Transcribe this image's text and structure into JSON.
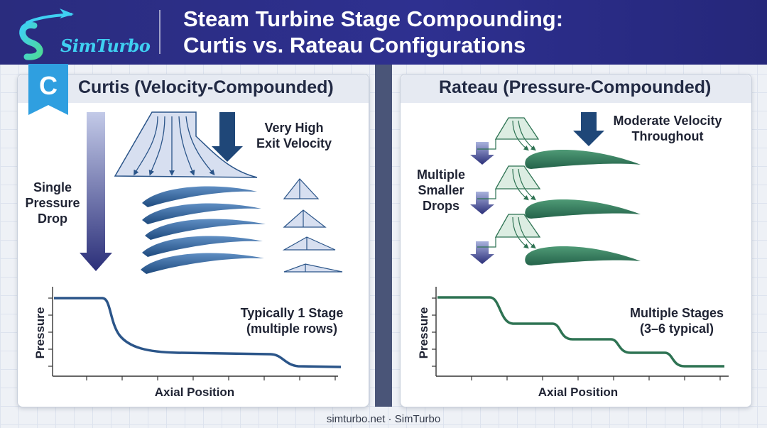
{
  "header": {
    "logo_text": "SimTurbo",
    "title_line1": "Steam Turbine Stage Compounding:",
    "title_line2": "Curtis vs. Rateau Configurations"
  },
  "left_panel": {
    "badge_letter": "C",
    "title": "Curtis (Velocity-Compounded)",
    "label_drop": [
      "Single",
      "Pressure",
      "Drop"
    ],
    "label_velocity": [
      "Very High",
      "Exit Velocity"
    ],
    "graph_note": [
      "Typically 1 Stage",
      "(multiple rows)"
    ],
    "graph_ylabel": "Pressure",
    "graph_xlabel": "Axial Position"
  },
  "right_panel": {
    "title": "Rateau (Pressure-Compounded)",
    "label_drops": [
      "Multiple",
      "Smaller",
      "Drops"
    ],
    "label_velocity": [
      "Moderate Velocity",
      "Throughout"
    ],
    "graph_note": [
      "Multiple Stages",
      "(3–6 typical)"
    ],
    "graph_ylabel": "Pressure",
    "graph_xlabel": "Axial Position"
  },
  "footer": "simturbo.net · SimTurbo",
  "colors": {
    "header_bg": "#2e3090",
    "curtis_blue": "#2b5589",
    "rateau_green": "#2e7353",
    "arrow_dark": "#243f6e",
    "logo_cyan": "#3fd0f2"
  }
}
